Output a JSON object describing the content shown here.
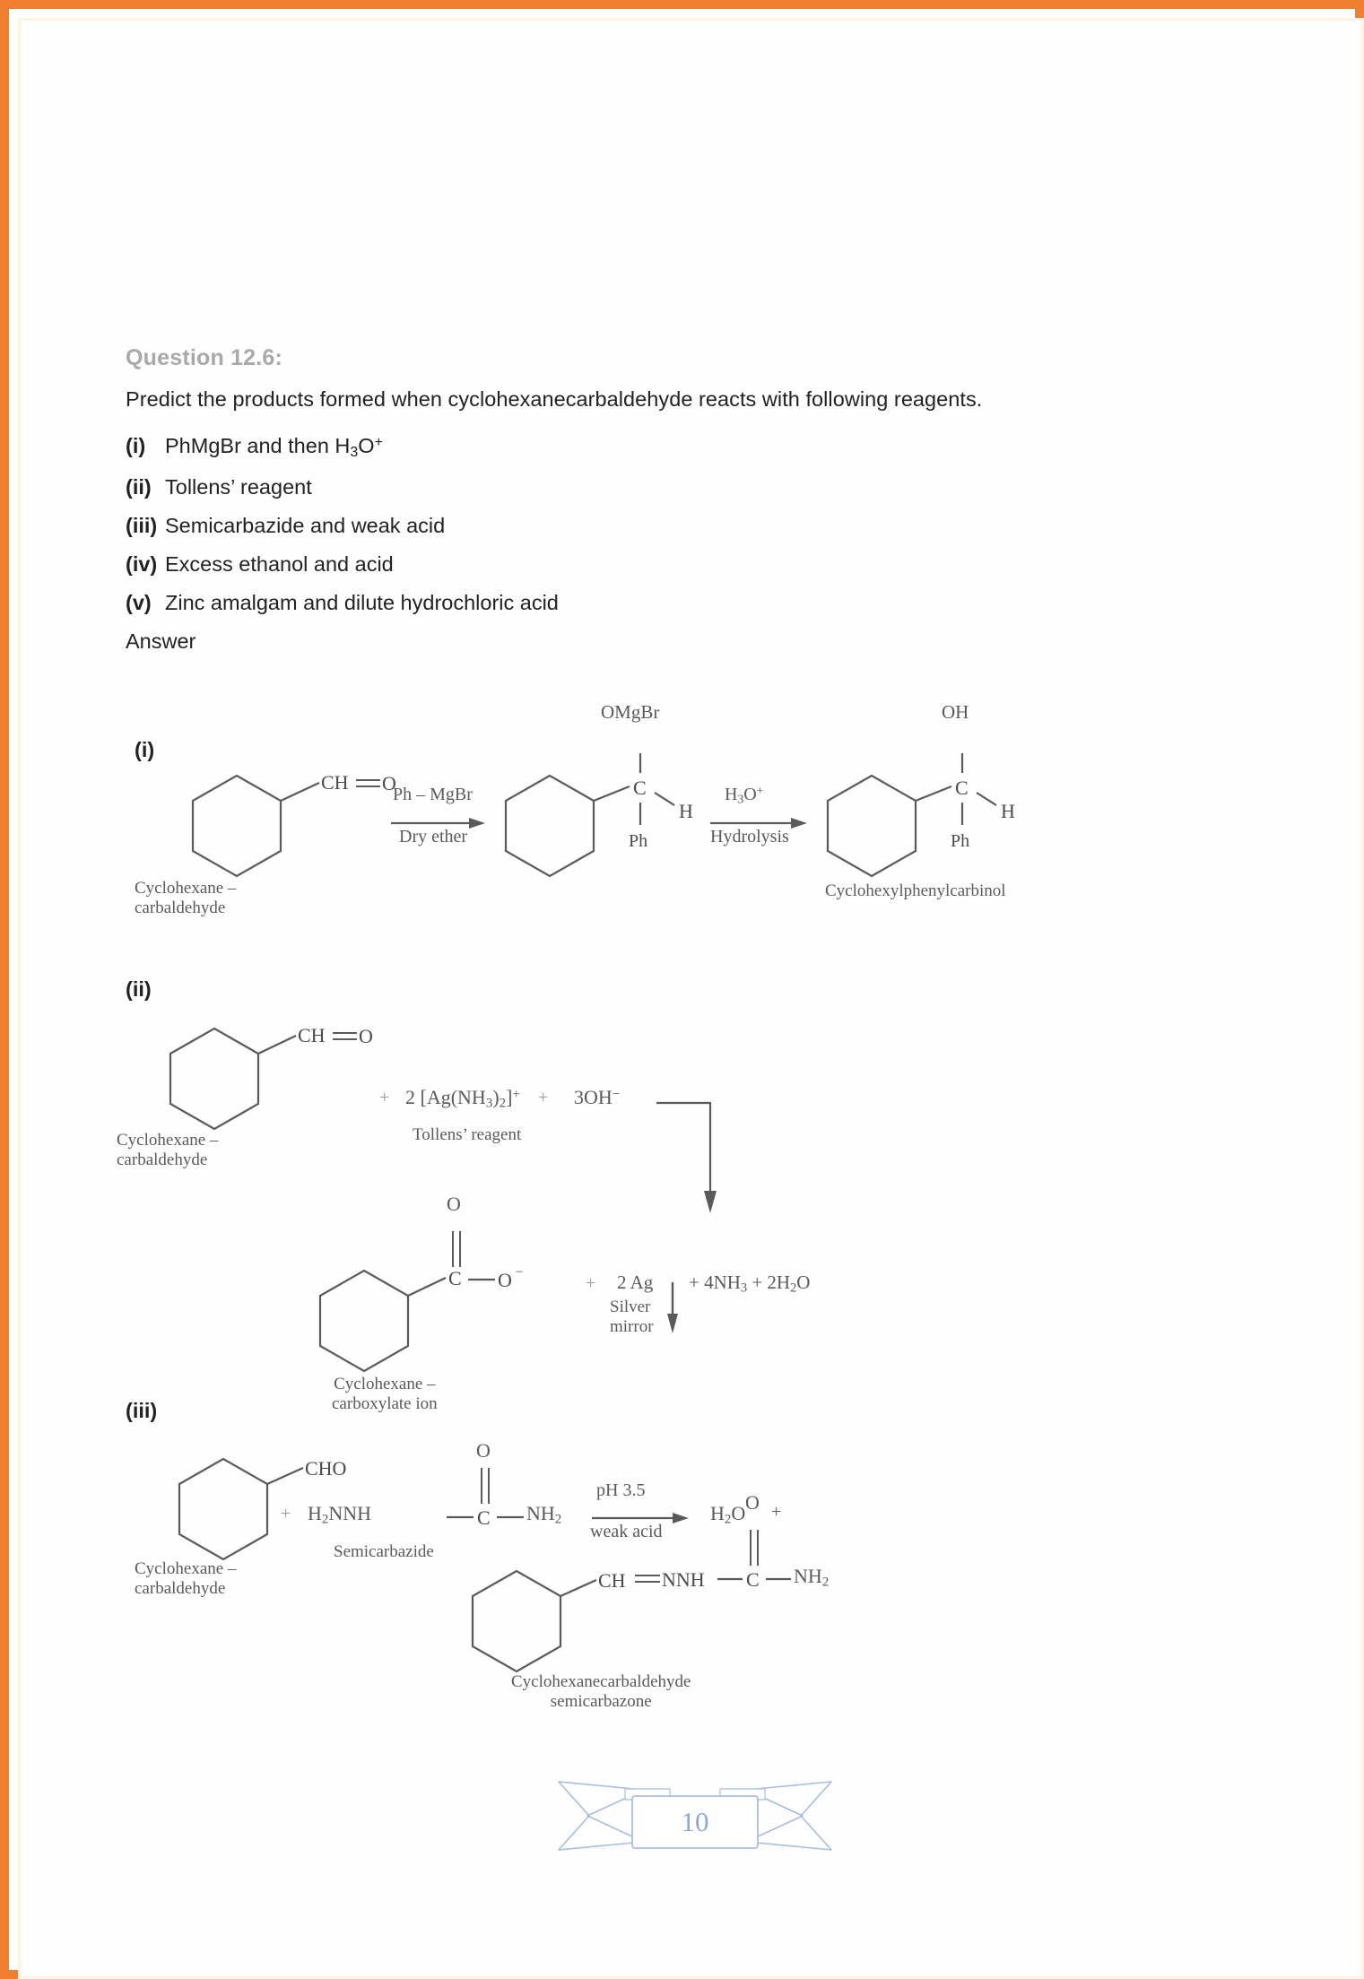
{
  "page": {
    "border_color": "#f08030",
    "page_number": "10",
    "background": "#ffffff"
  },
  "question": {
    "title": "Question 12.6:",
    "prompt": "Predict the products formed when cyclohexanecarbaldehyde reacts with following reagents.",
    "title_color": "#a9a9a9"
  },
  "reagents": [
    {
      "num": "(i)",
      "text_pre": "PhMgBr and then H",
      "sub": "3",
      "text_mid": "O",
      "sup": "+",
      "text_post": ""
    },
    {
      "num": "(ii)",
      "text_pre": "Tollens’ reagent",
      "sub": "",
      "text_mid": "",
      "sup": "",
      "text_post": ""
    },
    {
      "num": "(iii)",
      "text_pre": "Semicarbazide and weak acid",
      "sub": "",
      "text_mid": "",
      "sup": "",
      "text_post": ""
    },
    {
      "num": "(iv)",
      "text_pre": "Excess ethanol and acid",
      "sub": "",
      "text_mid": "",
      "sup": "",
      "text_post": ""
    },
    {
      "num": "(v)",
      "text_pre": "Zinc amalgam and dilute hydrochloric acid",
      "sub": "",
      "text_mid": "",
      "sup": "",
      "text_post": ""
    }
  ],
  "answer": {
    "label": "Answer",
    "part_i": "(i)",
    "part_ii": "(ii)",
    "part_iii": "(iii)"
  },
  "scheme_i": {
    "reactant_group": "CH═O",
    "reactant_name_line1": "Cyclohexane –",
    "reactant_name_line2": "carbaldehyde",
    "arrow1_top": "Ph – MgBr",
    "arrow1_bottom": "Dry ether",
    "intermediate_top": "OMgBr",
    "intermediate_center": "C",
    "intermediate_right": "H",
    "intermediate_bottom": "Ph",
    "arrow2_top_pre": "H",
    "arrow2_top_sub": "3",
    "arrow2_top_mid": "O",
    "arrow2_top_sup": "+",
    "arrow2_bottom": "Hydrolysis",
    "product_top": "OH",
    "product_center": "C",
    "product_right": "H",
    "product_bottom": "Ph",
    "product_name": "Cyclohexylphenylcarbinol"
  },
  "scheme_ii": {
    "reactant_group": "CH═O",
    "reactant_name_line1": "Cyclohexane –",
    "reactant_name_line2": "carbaldehyde",
    "plus1": "+",
    "tollens_formula_pre": "2 [Ag(NH",
    "tollens_formula_sub1": "3",
    "tollens_formula_mid": ")",
    "tollens_formula_sub2": "2",
    "tollens_formula_post": "]",
    "tollens_formula_sup": "+",
    "tollens_name": "Tollens’ reagent",
    "plus2": "+",
    "hydroxide_pre": "3OH",
    "hydroxide_sup": "−",
    "product_o": "O",
    "product_c": "C",
    "product_o_minus_pre": "O",
    "product_o_minus_sup": "−",
    "product_name_line1": "Cyclohexane –",
    "product_name_line2": "carboxylate ion",
    "plus3": "+",
    "silver_pre": "2 Ag",
    "silver_name_line1": "Silver",
    "silver_name_line2": "mirror",
    "byproducts_pre": "+ 4NH",
    "byproducts_sub1": "3",
    "byproducts_mid": " + 2H",
    "byproducts_sub2": "2",
    "byproducts_post": "O"
  },
  "scheme_iii": {
    "reactant_group": "CHO",
    "reactant_name_line1": "Cyclohexane –",
    "reactant_name_line2": "carbaldehyde",
    "plus1": "+",
    "semicarbazide_left": "H",
    "semicarbazide_left_sub": "2",
    "semicarbazide_left_post": "NNH",
    "semicarbazide_o": "O",
    "semicarbazide_c": "C",
    "semicarbazide_right_pre": "NH",
    "semicarbazide_right_sub": "2",
    "semicarbazide_name": "Semicarbazide",
    "arrow_top": "pH 3.5",
    "arrow_bottom": "weak acid",
    "water_pre": "H",
    "water_sub": "2",
    "water_post": "O",
    "plus2": "+",
    "product_chain_pre": "CH═NNH",
    "product_o": "O",
    "product_c": "C",
    "product_nh2_pre": "NH",
    "product_nh2_sub": "2",
    "product_name_line1": "Cyclohexanecarbaldehyde",
    "product_name_line2": "semicarbazone"
  }
}
